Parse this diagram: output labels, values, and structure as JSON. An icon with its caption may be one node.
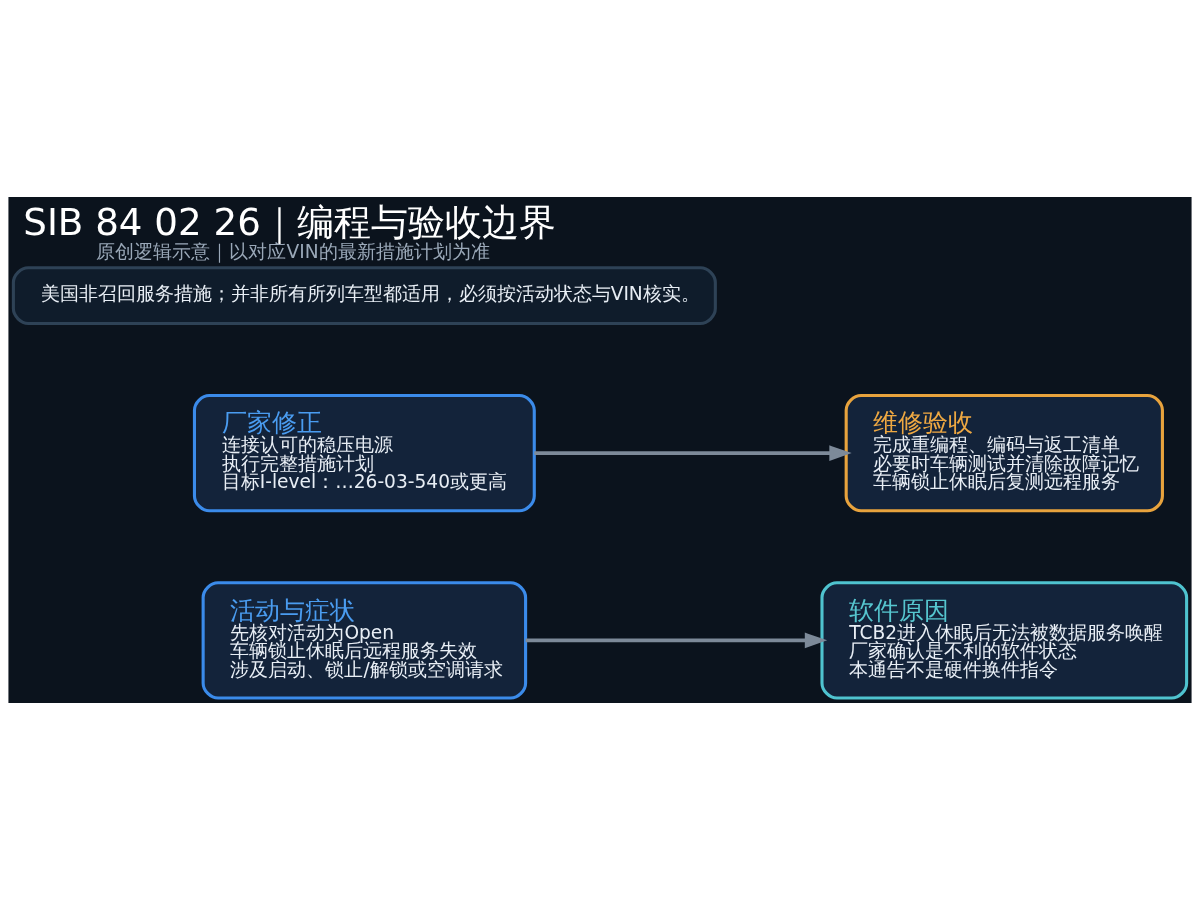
{
  "diagram": {
    "title": "SIB 84 02 26｜编程与验收边界",
    "caption": "原创逻辑示意｜以对应VIN的最新措施计划为准",
    "nodes": [
      {
        "text": [
          "活动与症状",
          "先核对活动为Open",
          "车辆锁止休眠后远程服务失效",
          "涉及启动、锁止/解锁或空调请求"
        ]
      },
      {
        "text": [
          "软件原因",
          "TCB2进入休眠后无法被数据服务唤醒",
          "厂家确认是不利的软件状态",
          "本通告不是硬件换件指令"
        ]
      },
      {
        "text": [
          "厂家修正",
          "连接认可的稳压电源",
          "执行完整措施计划",
          "目标I-level：…26-03-540或更高"
        ]
      },
      {
        "text": [
          "维修验收",
          "完成重编程、编码与返工清单",
          "必要时车辆测试并清除故障记忆",
          "车辆锁止休眠后复测远程服务"
        ]
      },
      {
        "text": [
          "美国非召回服务措施；并非所有所列车型都适用，必须按活动状态与VIN核实。"
        ]
      }
    ],
    "edges": [
      {
        "from": 0,
        "to": 1,
        "arrow": "to"
      },
      {
        "from": 2,
        "to": 3,
        "arrow": "to"
      }
    ]
  }
}
